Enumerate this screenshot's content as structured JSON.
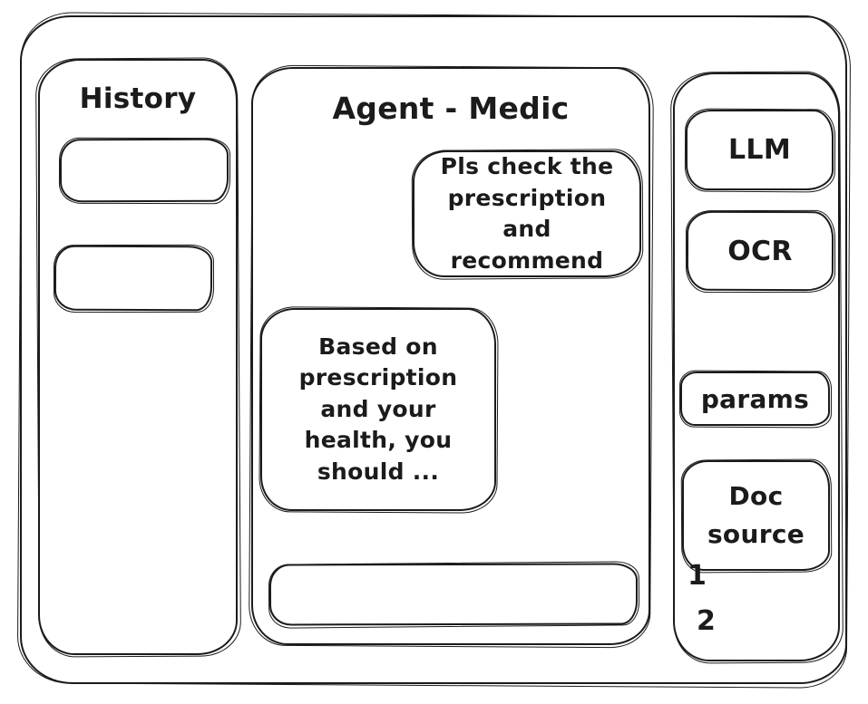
{
  "colors": {
    "ink": "#1b1b1b",
    "background": "#ffffff"
  },
  "left_sidebar": {
    "title": "History",
    "items": [
      {
        "label": ""
      },
      {
        "label": ""
      }
    ]
  },
  "main": {
    "title": "Agent - Medic",
    "messages": [
      {
        "role": "user",
        "text": "Pls check the prescription and recommend"
      },
      {
        "role": "assistant",
        "text": "Based on prescription and your health, you should ..."
      }
    ],
    "input": {
      "value": "",
      "placeholder": ""
    }
  },
  "right_sidebar": {
    "buttons": [
      {
        "label": "LLM"
      },
      {
        "label": "OCR"
      },
      {
        "label": "params"
      },
      {
        "label": "Doc source"
      }
    ],
    "doc_items": [
      "1",
      "2"
    ]
  }
}
